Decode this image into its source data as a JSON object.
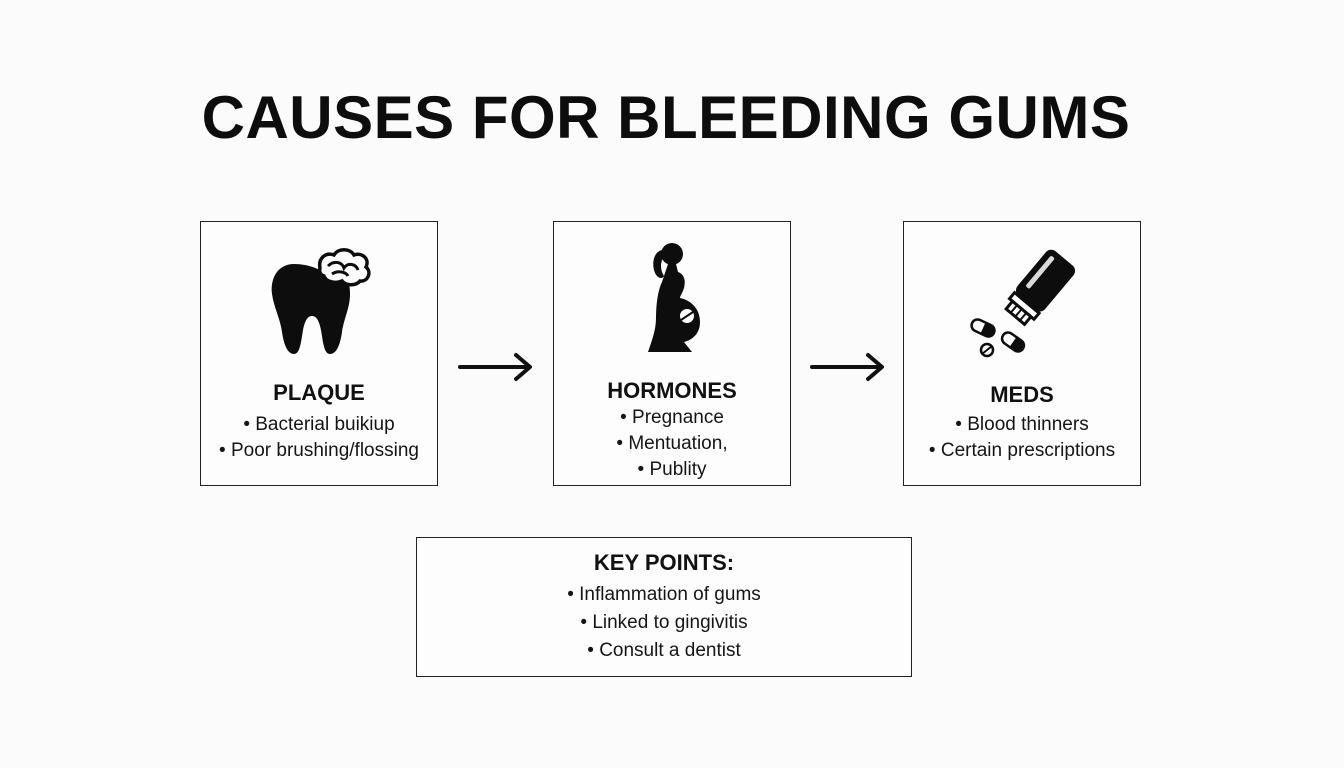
{
  "title": "CAUSES FOR BLEEDING GUMS",
  "cards": [
    {
      "heading": "PLAQUE",
      "icon": "tooth-plaque-icon",
      "items": [
        "Bacterial buikiup",
        "Poor brushing/flossing"
      ]
    },
    {
      "heading": "HORMONES",
      "icon": "pregnant-woman-icon",
      "items": [
        "Pregnance",
        "Mentuation,",
        "Publity"
      ]
    },
    {
      "heading": "MEDS",
      "icon": "pill-bottle-icon",
      "items": [
        "Blood thinners",
        "Certain prescriptions"
      ]
    }
  ],
  "key_points": {
    "heading": "KEY POINTS:",
    "items": [
      "Inflammation of gums",
      "Linked to gingivitis",
      "Consult a dentist"
    ]
  },
  "colors": {
    "ink": "#111111",
    "background": "#fbfbfb",
    "border": "#222222"
  }
}
